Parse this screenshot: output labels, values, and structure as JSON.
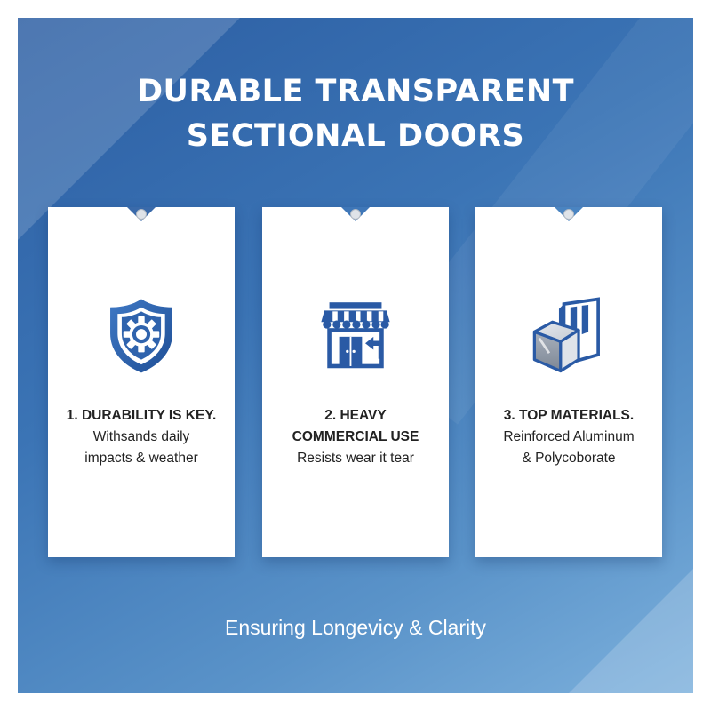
{
  "title": {
    "line1": "DURABLE TRANSPARENT",
    "line2": "SECTIONAL DOORS"
  },
  "cards": [
    {
      "heading_line1": "1. DURABILITY IS KEY.",
      "heading_line2": "",
      "body_line1": "Withsands daily",
      "body_line2": "impacts & weather",
      "icon": "shield-gear-icon"
    },
    {
      "heading_line1": "2. HEAVY",
      "heading_line2": "COMMERCIAL USE",
      "body_line1": "Resists wear it tear",
      "body_line2": "",
      "icon": "storefront-icon"
    },
    {
      "heading_line1": "3. TOP MATERIALS.",
      "heading_line2": "",
      "body_line1": "Reinforced Aluminum",
      "body_line2": "& Polycoborate",
      "icon": "material-block-icon"
    }
  ],
  "tagline": "Ensuring Longevicy & Clarity",
  "colors": {
    "background_top": "#2c5ea3",
    "background_bottom": "#7cb0dc",
    "icon_primary": "#2a5aa5",
    "card": "#ffffff"
  }
}
